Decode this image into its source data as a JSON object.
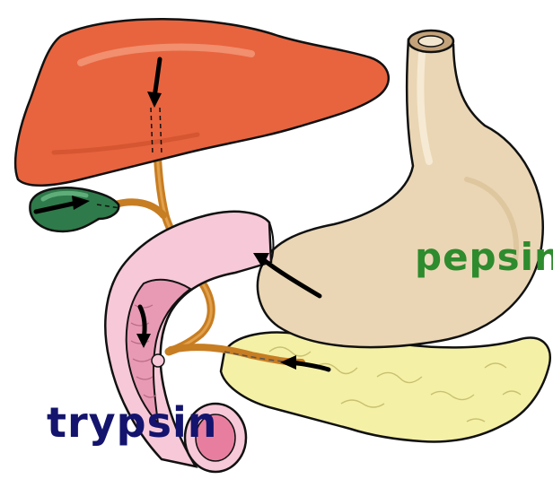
{
  "labels": {
    "pepsin": "pepsin",
    "trypsin": "trypsin"
  },
  "colors": {
    "pepsin_label": "#2e8b2e",
    "trypsin_label": "#14146e",
    "liver": "#e8643e",
    "gallbladder": "#2f7a4a",
    "stomach": "#ead6b4",
    "pancreas": "#f4f0a6",
    "duodenum": "#f7c8d8",
    "bile_duct": "#c77d22"
  },
  "icons": [
    "flow-arrow"
  ]
}
